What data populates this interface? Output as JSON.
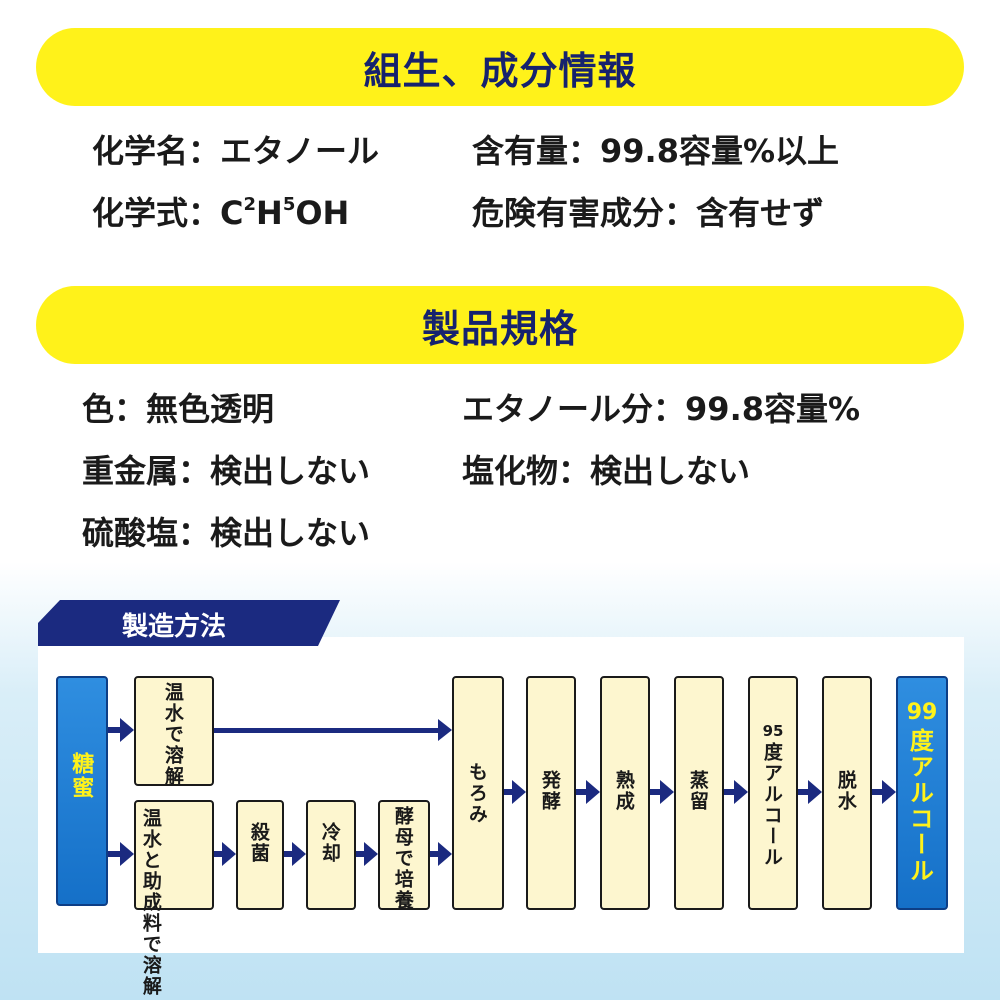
{
  "section1": {
    "title": "組生、成分情報",
    "chem_name": "化学名：エタノール",
    "content": "含有量：99.8容量%以上",
    "formula_prefix": "化学式：C",
    "formula_sub1": "2",
    "formula_mid": "H",
    "formula_sub2": "5",
    "formula_end": "OH",
    "hazard": "危険有害成分：含有せず"
  },
  "section2": {
    "title": "製品規格",
    "color": "色：無色透明",
    "ethanol": "エタノール分：99.8容量%",
    "heavy_metal": "重金属：検出しない",
    "chloride": "塩化物：検出しない",
    "sulfate": "硫酸塩：検出しない"
  },
  "process": {
    "title": "製造方法",
    "start": "糖蜜",
    "upper": "温水で溶解",
    "lower_a": "温水と助成料で溶解",
    "steps_lower": [
      "殺菌",
      "冷却",
      "酵母で培養"
    ],
    "steps_main": [
      "もろみ",
      "発酵",
      "熟成",
      "蒸留"
    ],
    "step_95_num": "95",
    "step_95_text": "度アルコール",
    "dehydrate": "脱水",
    "final_num": "99",
    "final_text": "度アルコール"
  },
  "colors": {
    "banner": "#fff21a",
    "title_text": "#16226e",
    "arrow": "#1b2a80",
    "box_fill": "#fdf6cf",
    "start_box": "#1f7fd8"
  }
}
